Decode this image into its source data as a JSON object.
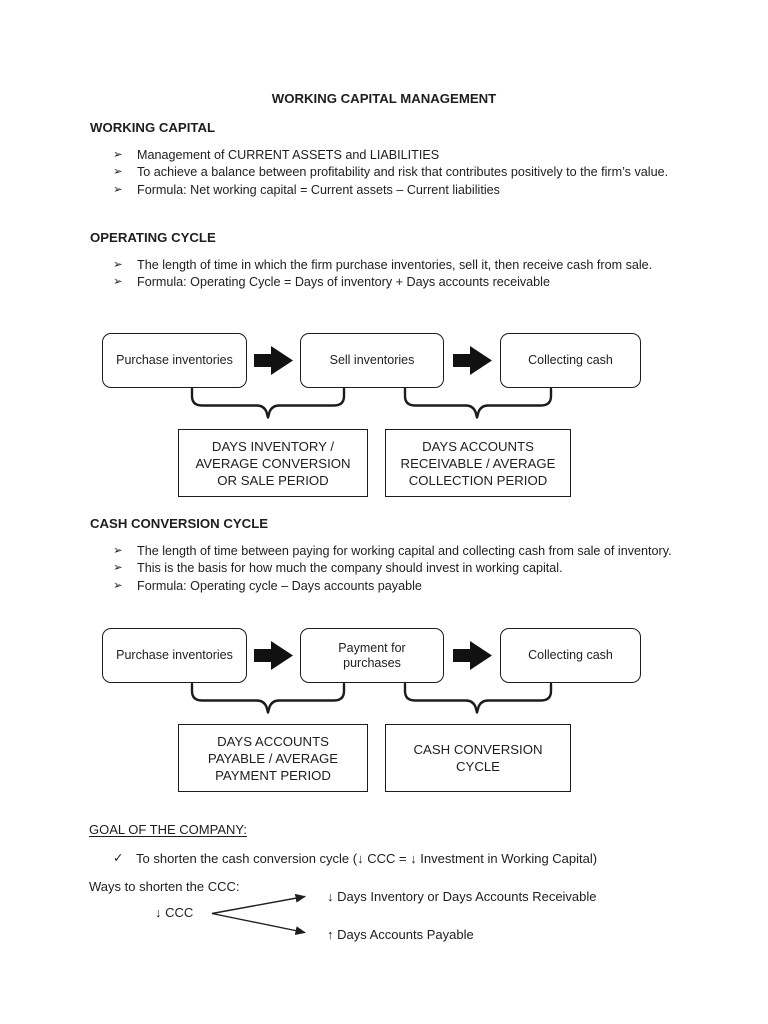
{
  "doc": {
    "title": "WORKING CAPITAL MANAGEMENT"
  },
  "icons": {
    "bullet_arrow": "➢",
    "bullet_check": "✓"
  },
  "colors": {
    "text": "#1e1e1e",
    "line": "#1c1c1c",
    "page_bg": "#ffffff"
  },
  "sections": {
    "working_capital": {
      "heading": "WORKING CAPITAL",
      "bullets": [
        "Management of CURRENT ASSETS and LIABILITIES",
        "To achieve a balance between profitability and risk that contributes positively to the firm’s value.",
        "Formula: Net working capital = Current assets – Current liabilities"
      ]
    },
    "operating_cycle": {
      "heading": "OPERATING CYCLE",
      "bullets": [
        "The length of time in which the firm purchase inventories, sell it, then receive cash from sale.",
        "Formula: Operating Cycle = Days of inventory + Days accounts receivable"
      ]
    },
    "cash_conversion_cycle": {
      "heading": "CASH CONVERSION CYCLE",
      "bullets": [
        "The length of time between paying for working capital and collecting cash from sale of inventory.",
        "This is the basis for how much the company should invest in working capital.",
        "Formula: Operating cycle – Days accounts payable"
      ]
    }
  },
  "diagrams": {
    "operating": {
      "boxes": [
        "Purchase inventories",
        "Sell inventories",
        "Collecting cash"
      ],
      "label_left": {
        "lines": [
          "DAYS INVENTORY /",
          "AVERAGE CONVERSION",
          "OR SALE PERIOD"
        ]
      },
      "label_right": {
        "lines": [
          "DAYS ACCOUNTS",
          "RECEIVABLE / AVERAGE",
          "COLLECTION PERIOD"
        ]
      }
    },
    "cash_conversion": {
      "boxes": [
        "Purchase inventories",
        "Payment for purchases",
        "Collecting cash"
      ],
      "label_left": {
        "lines": [
          "DAYS ACCOUNTS",
          "PAYABLE / AVERAGE",
          "PAYMENT PERIOD"
        ]
      },
      "label_right": {
        "lines": [
          "CASH CONVERSION",
          "CYCLE"
        ]
      }
    }
  },
  "goal": {
    "heading": "GOAL OF THE COMPANY:",
    "bullet": "To shorten the cash conversion cycle (↓ CCC = ↓ Investment in Working Capital)",
    "ways_label": "Ways to shorten the CCC:",
    "ccc_node": "↓ CCC",
    "branch_top": "↓ Days Inventory or Days Accounts Receivable",
    "branch_bottom": "↑ Days Accounts Payable"
  }
}
